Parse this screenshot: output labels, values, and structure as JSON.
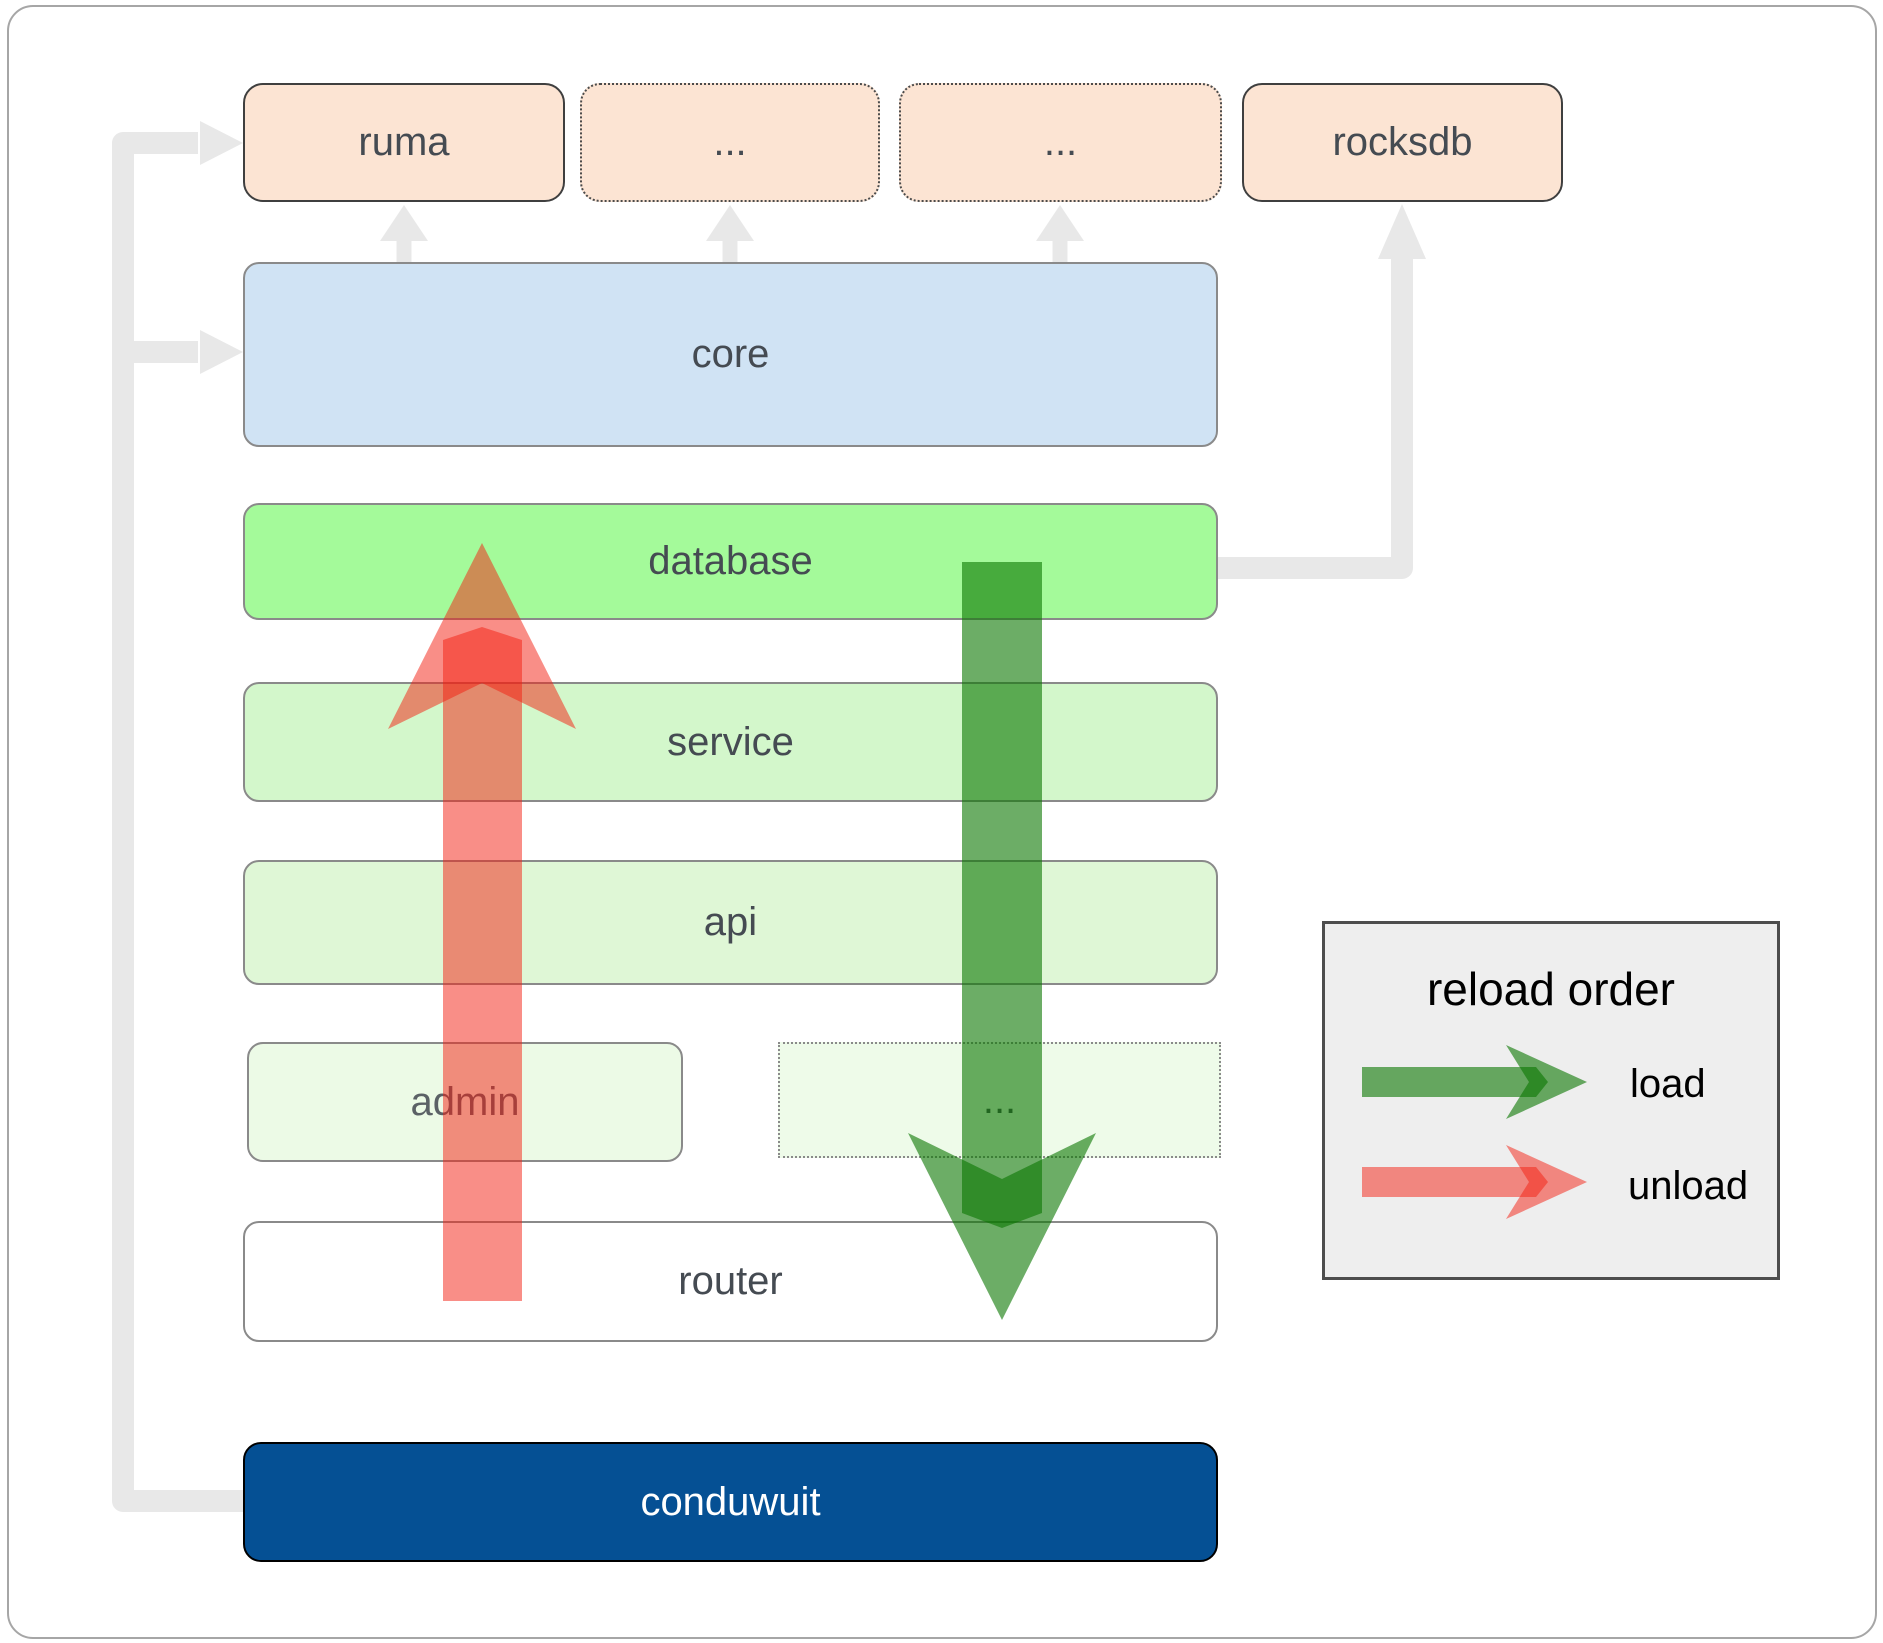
{
  "nodes": {
    "ruma": "ruma",
    "ellipsis1": "...",
    "ellipsis2": "...",
    "rocksdb": "rocksdb",
    "core": "core",
    "database": "database",
    "service": "service",
    "api": "api",
    "admin": "admin",
    "ellipsis3": "...",
    "router": "router",
    "conduwuit": "conduwuit"
  },
  "legend": {
    "title": "reload order",
    "load_label": "load",
    "unload_label": "unload"
  },
  "colors": {
    "load_arrow": "rgba(10,118,0,0.6)",
    "unload_arrow": "rgba(243,30,15,0.5)",
    "connector": "#e8e8e8",
    "conduwuit_fill": "#055094",
    "database_fill": "#a4fa9a",
    "core_fill": "#d0e3f4",
    "module_fill": "#fce4d3"
  }
}
